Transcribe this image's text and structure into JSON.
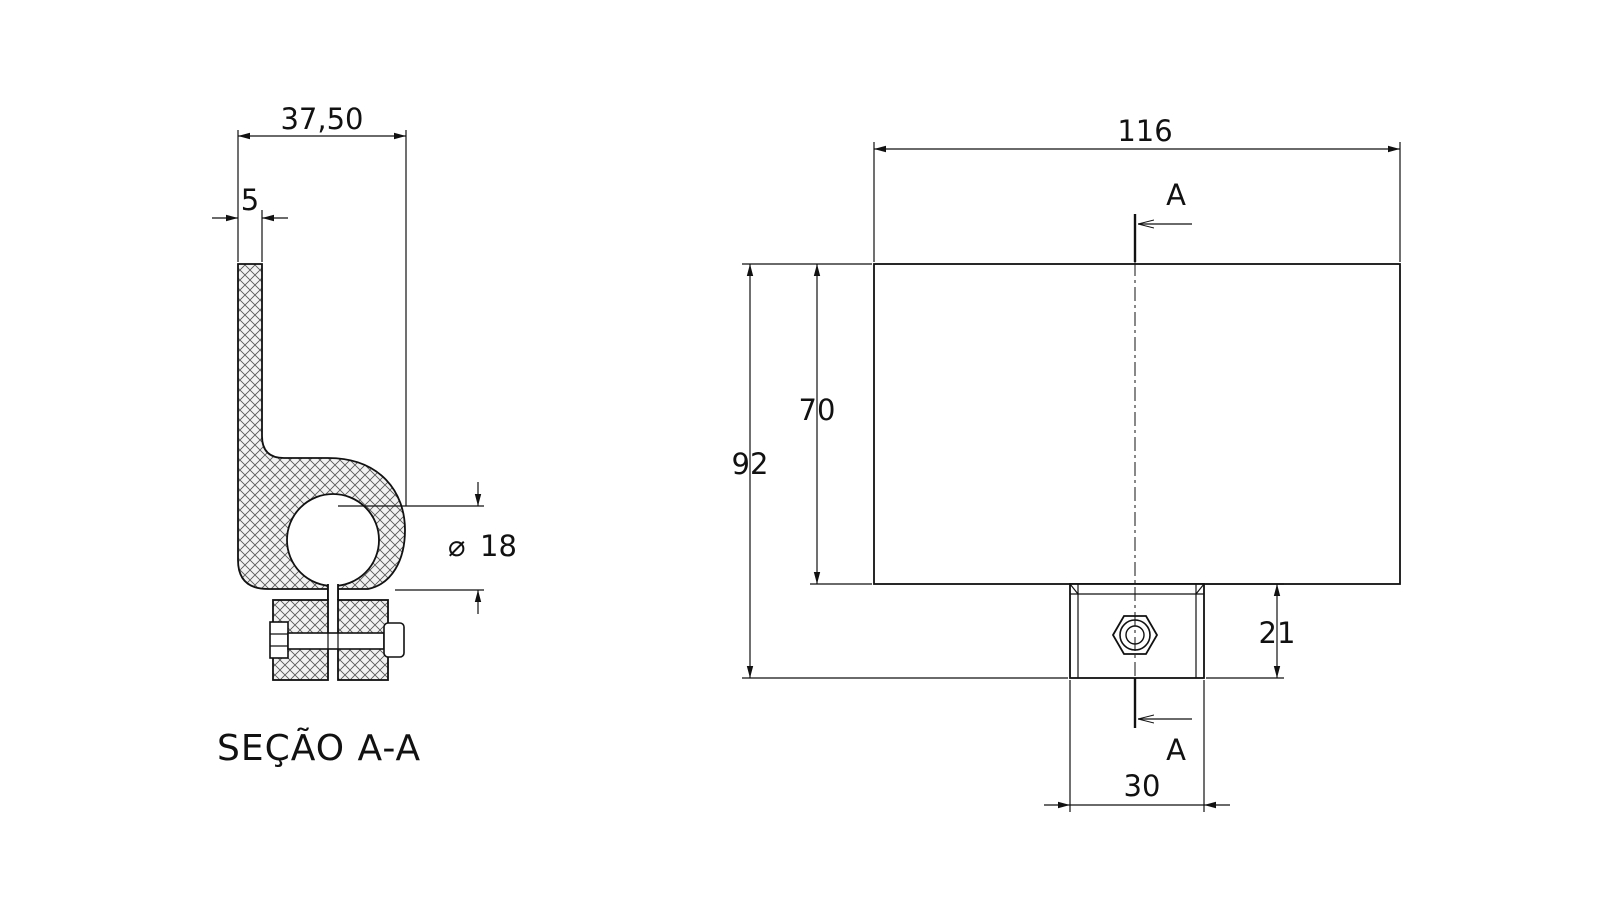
{
  "section_view": {
    "caption": "SEÇÃO A-A",
    "dim_overall_width": "37,50",
    "dim_plate_thickness": "5",
    "dim_hole_diameter": "18",
    "diameter_symbol": "⌀"
  },
  "front_view": {
    "dim_total_width": "116",
    "dim_total_height": "92",
    "dim_plate_height": "70",
    "dim_clamp_height": "21",
    "dim_clamp_width": "30",
    "section_label_top": "A",
    "section_label_bottom": "A"
  },
  "colors": {
    "line": "#111111",
    "hatch": "#555555",
    "background": "#ffffff"
  }
}
